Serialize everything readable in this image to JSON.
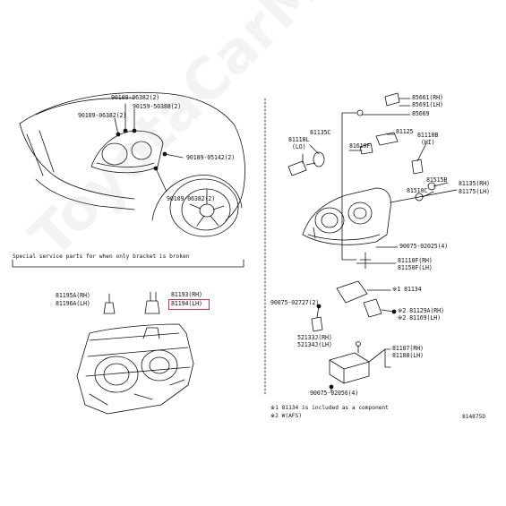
{
  "colors": {
    "highlight": "#c0395e",
    "line": "#111111",
    "watermark": "#b8b8b8"
  },
  "watermark": "ToyotaCarMina.ru",
  "top_left_labels": [
    "90109-06382(2)",
    "90109-06382(2)",
    "90159-50388(2)",
    "90189-05142(2)",
    "90109-06382(2)"
  ],
  "special_service_caption": "Special service parts for when only bracket is broken",
  "bottom_left_labels": {
    "a1": "81195A(RH)",
    "a2": "81196A(LH)",
    "b1": "81193(RH)",
    "b2": "81194(LH)"
  },
  "right_labels": {
    "p85661": "85661(RH)",
    "p85691": "85691(LH)",
    "p85669": "85669",
    "p81110l1": "81110L",
    "p81110l2": "(LO)",
    "p81135c": "81135C",
    "p81125": "81125",
    "p81610f": "81610F",
    "p81110b1": "81110B",
    "p81110b2": "(HI)",
    "p81515b": "81515B",
    "p81510c": "81510C",
    "p81135": "81135(RH)",
    "p81175": "81175(LH)",
    "p90075a": "90075-02025(4)",
    "p81110f": "81110F(RH)",
    "p81150f": "81150F(LH)",
    "p81134": "※1 81134",
    "p90075b": "90075-02727(2)",
    "p81129a": "※2 81129A(RH)",
    "p81169a": "※2 81169(LH)",
    "p52133j": "52133J(RH)",
    "p52134j": "52134J(LH)",
    "p81107": "81107(RH)",
    "p81108": "81108(LH)",
    "p90075c": "90075-02056(4)"
  },
  "notes": [
    "※1 81134 is included as a component",
    "※2 W(AFS)"
  ],
  "diagram_code": "814875D"
}
